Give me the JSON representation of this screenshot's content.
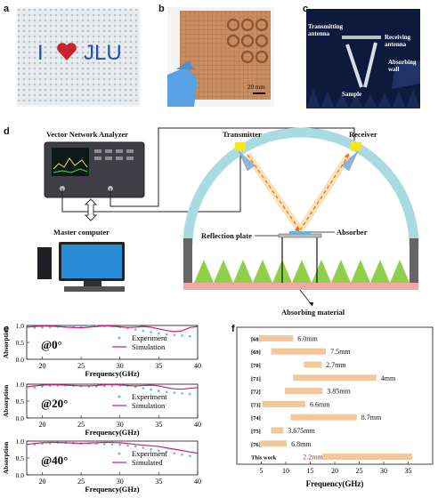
{
  "panels": {
    "a": {
      "label": "a",
      "text_i": "I",
      "text_jlu": "JLU"
    },
    "b": {
      "label": "b",
      "scale": "20 mm"
    },
    "c": {
      "label": "c",
      "tx": "Transmitting antenna",
      "rx": "Receiving antenna",
      "wall": "Absorbing wall",
      "sample": "Sample"
    },
    "d": {
      "label": "d",
      "vna": "Vector Network Analyzer",
      "master": "Master computer",
      "transmitter": "Transmitter",
      "receiver": "Receiver",
      "reflection_plate": "Reflection plate",
      "absorber": "Absorber",
      "absorbing_material": "Absorbing material"
    },
    "e": {
      "label": "e"
    },
    "f": {
      "label": "f"
    }
  },
  "colors": {
    "arch": "#a9dce0",
    "cone": "#8fd04a",
    "base": "#f0a8a8",
    "bar": "#f2c79a",
    "experiment": "#58c3e0",
    "simulation": "#d2197a"
  },
  "chart_data": [
    {
      "type": "line",
      "ylabel": "Absorption",
      "xlabel": "Frequency(GHz)",
      "angle": "@0°",
      "xlim": [
        18,
        40
      ],
      "ylim": [
        0.0,
        1.0
      ],
      "xticks": [
        "20",
        "25",
        "30",
        "35",
        "40"
      ],
      "yticks": [
        "0.0",
        "0.5",
        "1.0"
      ],
      "series": [
        {
          "name": "Experiment",
          "x": [
            18,
            19,
            20,
            21,
            22,
            23,
            24,
            25,
            26,
            27,
            28,
            29,
            30,
            31,
            32,
            33,
            34,
            35,
            36,
            37,
            38,
            39,
            40
          ],
          "y": [
            0.92,
            0.93,
            0.94,
            0.95,
            0.96,
            0.97,
            0.97,
            0.97,
            0.98,
            0.98,
            0.98,
            0.97,
            0.95,
            0.92,
            0.88,
            0.84,
            0.8,
            0.77,
            0.74,
            0.72,
            0.7,
            0.68,
            0.66
          ]
        },
        {
          "name": "Simulation",
          "x": [
            18,
            19,
            20,
            21,
            22,
            23,
            24,
            25,
            26,
            27,
            28,
            29,
            30,
            31,
            32,
            33,
            34,
            35,
            36,
            37,
            38,
            39,
            40
          ],
          "y": [
            0.95,
            0.97,
            0.98,
            0.98,
            0.97,
            0.95,
            0.94,
            0.93,
            0.95,
            0.97,
            0.99,
            0.98,
            0.96,
            0.94,
            0.95,
            0.97,
            0.95,
            0.9,
            0.85,
            0.82,
            0.84,
            0.94,
            0.97
          ]
        }
      ]
    },
    {
      "type": "line",
      "ylabel": "Absorption",
      "xlabel": "Frequency(GHz)",
      "angle": "@20°",
      "xlim": [
        18,
        40
      ],
      "ylim": [
        0.0,
        1.0
      ],
      "xticks": [
        "20",
        "25",
        "30",
        "35",
        "40"
      ],
      "yticks": [
        "0.0",
        "0.5",
        "1.0"
      ],
      "series": [
        {
          "name": "Experiment",
          "x": [
            18,
            19,
            20,
            21,
            22,
            23,
            24,
            25,
            26,
            27,
            28,
            29,
            30,
            31,
            32,
            33,
            34,
            35,
            36,
            37,
            38,
            39,
            40
          ],
          "y": [
            0.88,
            0.9,
            0.93,
            0.95,
            0.96,
            0.96,
            0.95,
            0.94,
            0.93,
            0.93,
            0.94,
            0.95,
            0.96,
            0.95,
            0.92,
            0.88,
            0.84,
            0.8,
            0.77,
            0.75,
            0.73,
            0.71,
            0.7
          ]
        },
        {
          "name": "Simulation",
          "x": [
            18,
            19,
            20,
            21,
            22,
            23,
            24,
            25,
            26,
            27,
            28,
            29,
            30,
            31,
            32,
            33,
            34,
            35,
            36,
            37,
            38,
            39,
            40
          ],
          "y": [
            0.92,
            0.95,
            0.97,
            0.98,
            0.98,
            0.97,
            0.96,
            0.95,
            0.95,
            0.96,
            0.98,
            0.99,
            0.98,
            0.96,
            0.95,
            0.96,
            0.97,
            0.95,
            0.9,
            0.86,
            0.85,
            0.88,
            0.9
          ]
        }
      ]
    },
    {
      "type": "line",
      "ylabel": "Absorption",
      "xlabel": "Frequency(GHz)",
      "angle": "@40°",
      "xlim": [
        18,
        40
      ],
      "ylim": [
        0.0,
        1.0
      ],
      "xticks": [
        "20",
        "25",
        "30",
        "35",
        "40"
      ],
      "yticks": [
        "0.0",
        "0.5",
        "1.0"
      ],
      "series": [
        {
          "name": "Experiment",
          "x": [
            18,
            19,
            20,
            21,
            22,
            23,
            24,
            25,
            26,
            27,
            28,
            29,
            30,
            31,
            32,
            33,
            34,
            35,
            36,
            37,
            38,
            39,
            40
          ],
          "y": [
            0.86,
            0.9,
            0.93,
            0.94,
            0.95,
            0.95,
            0.94,
            0.93,
            0.93,
            0.92,
            0.91,
            0.9,
            0.89,
            0.87,
            0.84,
            0.8,
            0.76,
            0.72,
            0.68,
            0.64,
            0.6,
            0.56,
            0.52
          ]
        },
        {
          "name": "Simulated",
          "x": [
            18,
            19,
            20,
            21,
            22,
            23,
            24,
            25,
            26,
            27,
            28,
            29,
            30,
            31,
            32,
            33,
            34,
            35,
            36,
            37,
            38,
            39,
            40
          ],
          "y": [
            0.9,
            0.93,
            0.95,
            0.96,
            0.96,
            0.95,
            0.94,
            0.93,
            0.94,
            0.95,
            0.96,
            0.96,
            0.95,
            0.93,
            0.9,
            0.88,
            0.86,
            0.84,
            0.8,
            0.76,
            0.72,
            0.68,
            0.64
          ]
        }
      ]
    },
    {
      "type": "bar",
      "xlabel": "Frequency(GHz)",
      "xlim": [
        0,
        40
      ],
      "xticks": [
        "5",
        "10",
        "15",
        "20",
        "25",
        "30",
        "35"
      ],
      "categories": [
        "[68]",
        "[69]",
        "[70]",
        "[71]",
        "[72]",
        "[73]",
        "[74]",
        "[75]",
        "[76]",
        "This work"
      ],
      "ranges": [
        [
          4.5,
          11.5
        ],
        [
          7,
          18.2
        ],
        [
          13.7,
          17.3
        ],
        [
          11.5,
          28.5
        ],
        [
          9.8,
          17.5
        ],
        [
          5.2,
          14
        ],
        [
          11,
          24.5
        ],
        [
          7,
          9.5
        ],
        [
          4.7,
          10.2
        ],
        [
          17.5,
          35.8
        ]
      ],
      "labels": [
        "6.0mm",
        "7.5mm",
        "2.7mm",
        "4mm",
        "3.85mm",
        "6.6mm",
        "8.7mm",
        "3.675mm",
        "6.8mm",
        "2.2mm"
      ],
      "highlight": "This work"
    }
  ]
}
